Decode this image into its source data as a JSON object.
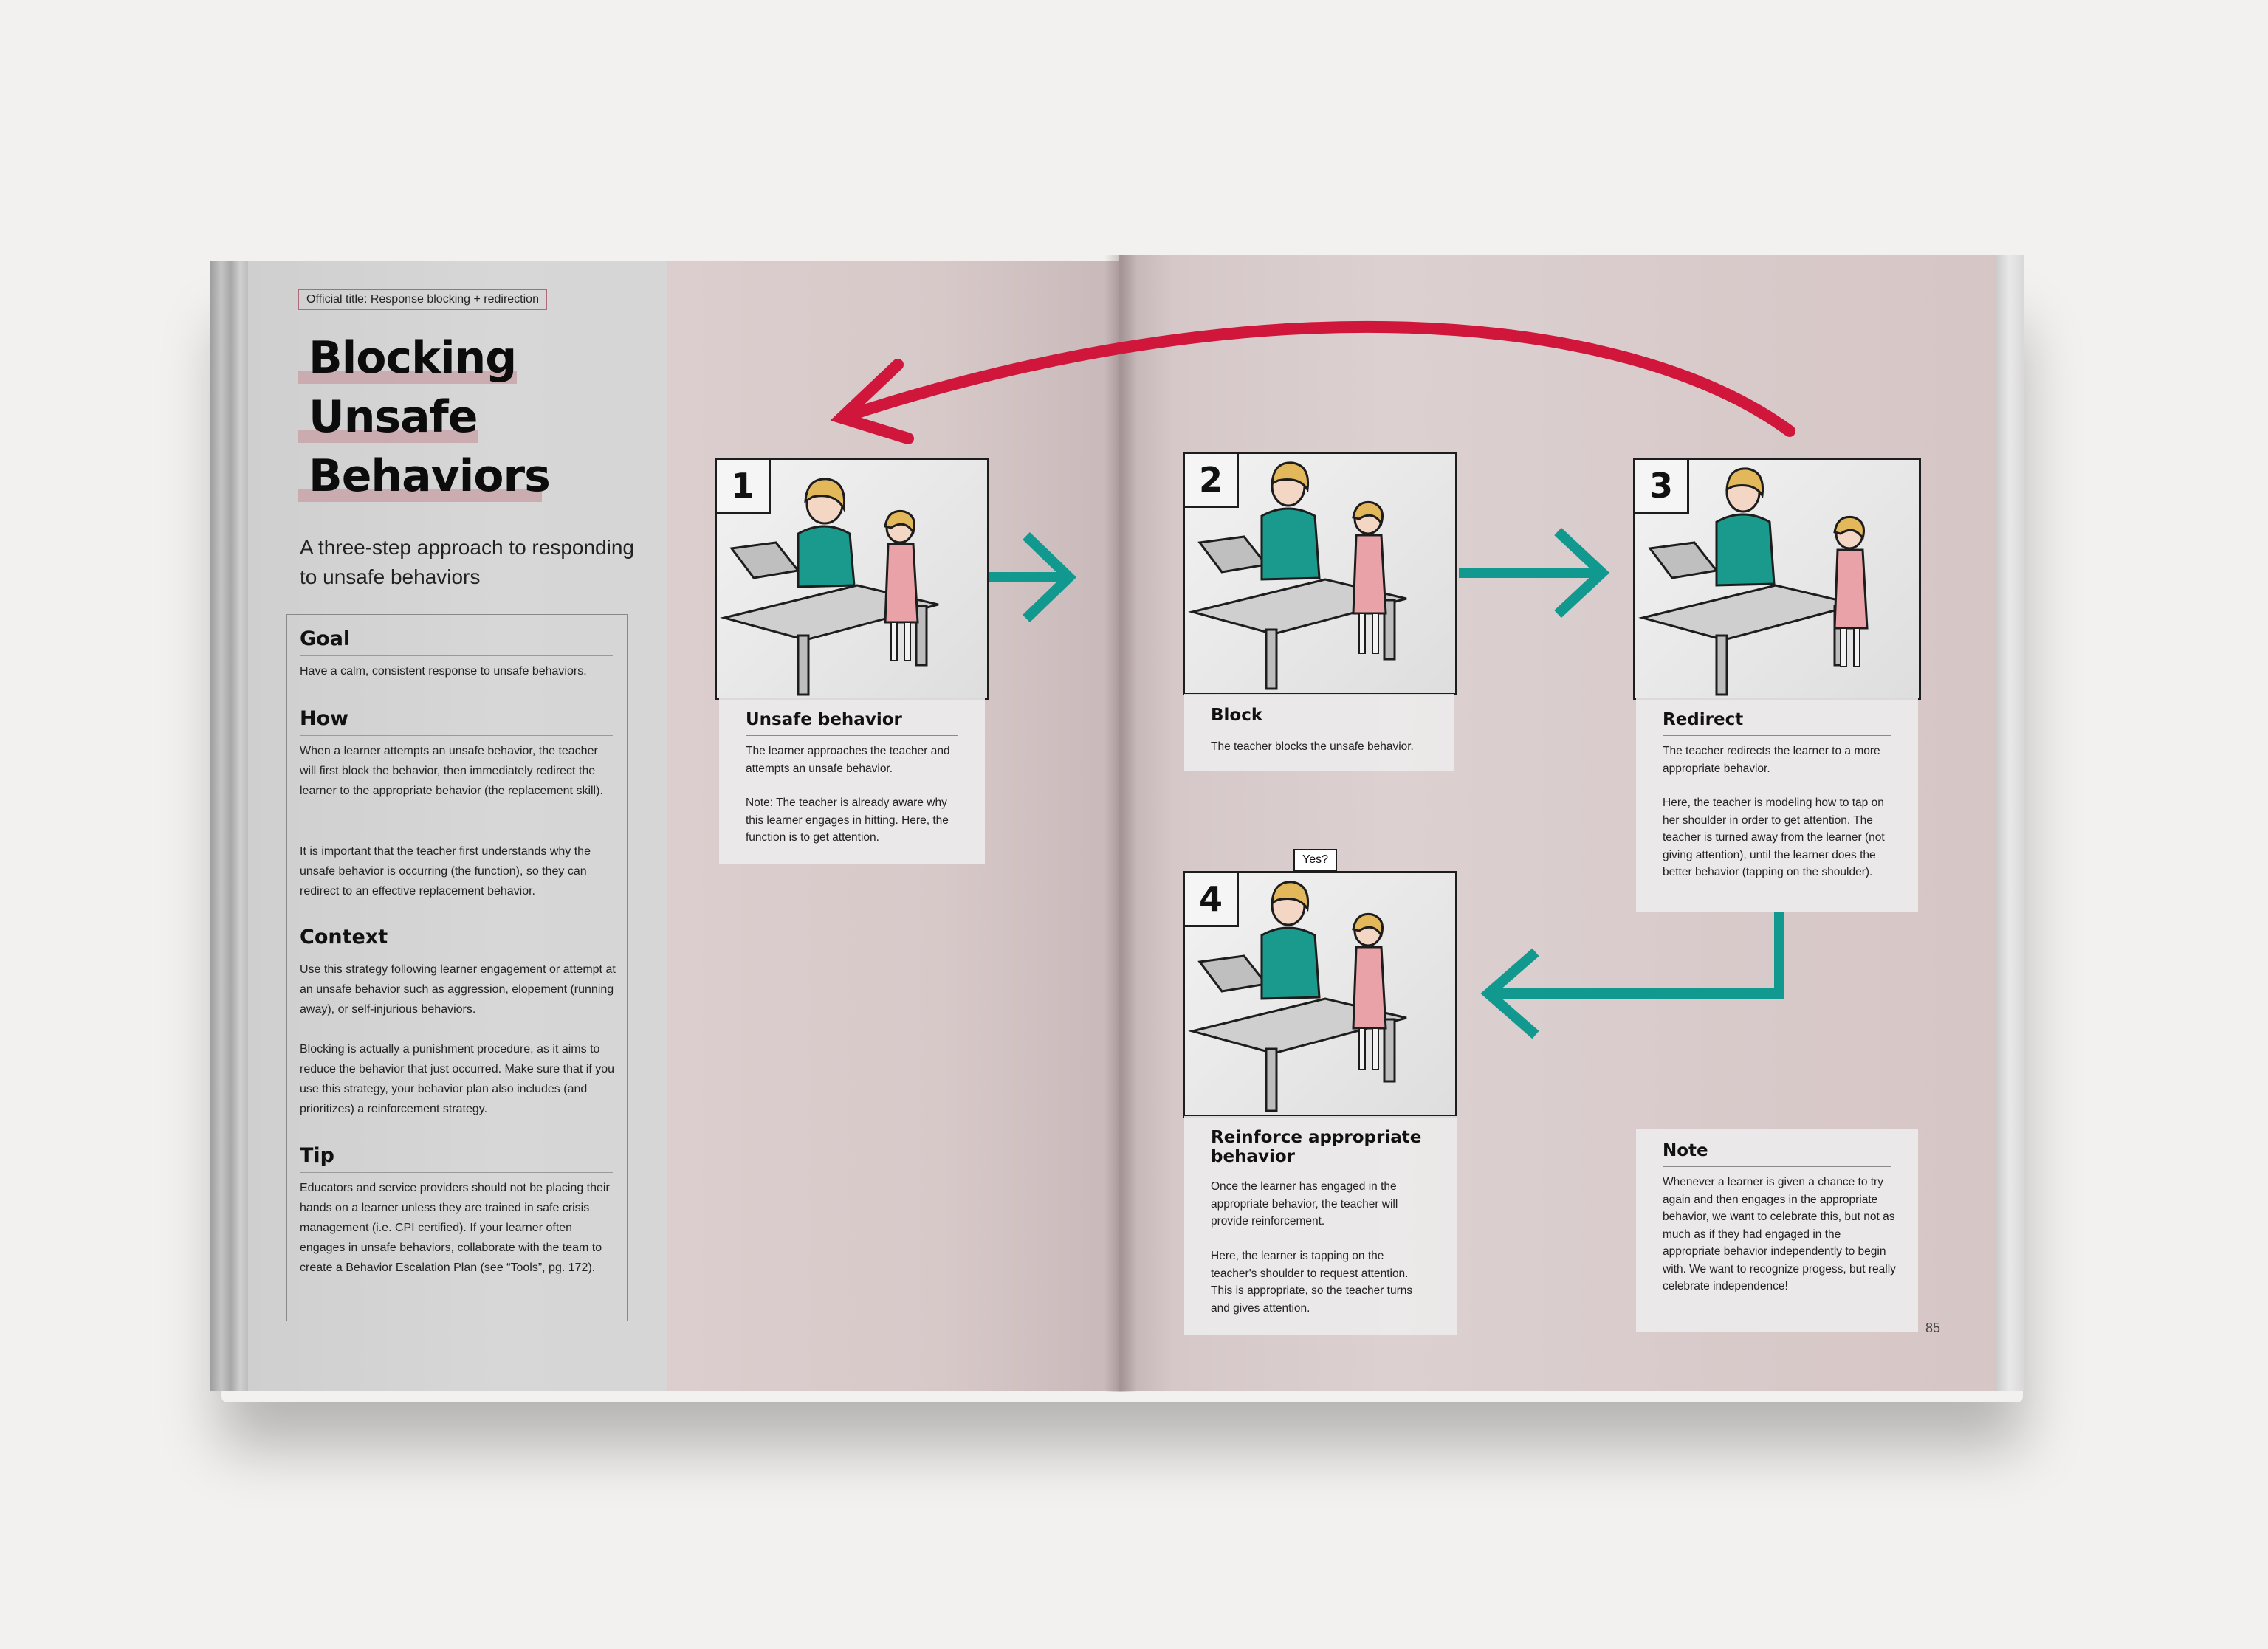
{
  "left_page": {
    "official_title": "Official title: Response blocking + redirection",
    "title_lines": [
      "Blocking",
      "Unsafe",
      "Behaviors"
    ],
    "subtitle": "A three-step approach to responding to unsafe behaviors",
    "sections": {
      "goal": {
        "heading": "Goal",
        "paragraphs": [
          "Have a calm, consistent response to unsafe behaviors."
        ]
      },
      "how": {
        "heading": "How",
        "paragraphs": [
          "When a learner attempts an unsafe behavior, the teacher will first block the behavior, then immediately redirect the learner to the appropriate behavior (the replacement skill).",
          "It is important that the teacher first understands why the unsafe behavior is occurring (the function), so they can redirect to an effective replacement behavior."
        ]
      },
      "context": {
        "heading": "Context",
        "paragraphs": [
          "Use this strategy following learner engagement or attempt at an unsafe behavior such as aggression, elopement (running away), or self-injurious behaviors.",
          "Blocking is actually a punishment procedure, as it aims to reduce the behavior that just occurred. Make sure that if you use this strategy, your behavior plan also includes (and prioritizes) a reinforcement strategy."
        ]
      },
      "tip": {
        "heading": "Tip",
        "paragraphs": [
          "Educators and service providers should not be placing their hands on a learner unless they are trained in safe crisis management (i.e. CPI certified). If your learner often engages in unsafe behaviors, collaborate with the team to create a Behavior Escalation Plan (see “Tools”, pg. 172)."
        ]
      }
    }
  },
  "steps": [
    {
      "number": "1",
      "title": "Unsafe behavior",
      "paragraphs": [
        "The learner approaches the teacher and attempts an unsafe behavior.",
        "Note: The teacher is already aware why this learner engages in hitting. Here, the function is to get attention."
      ]
    },
    {
      "number": "2",
      "title": "Block",
      "paragraphs": [
        "The teacher blocks the unsafe behavior."
      ]
    },
    {
      "number": "3",
      "title": "Redirect",
      "paragraphs": [
        "The teacher redirects the learner to a more appropriate behavior.",
        "Here, the teacher is modeling how to tap on her shoulder in order to get attention. The teacher is turned away from the learner (not giving attention), until the learner does the better behavior (tapping on the shoulder)."
      ]
    },
    {
      "number": "4",
      "title": "Reinforce appropriate behavior",
      "speech_bubble": "Yes?",
      "paragraphs": [
        "Once the learner has engaged in the appropriate behavior, the teacher will provide reinforcement.",
        "Here, the learner is tapping on the teacher's shoulder to request attention. This is appropriate, so the teacher turns and gives attention."
      ]
    }
  ],
  "note": {
    "heading": "Note",
    "text": "Whenever a learner is given a chance to try again and then engages in the appropriate behavior, we want to celebrate this, but not as much as if they had engaged in the appropriate behavior independently to begin with. We want to recognize progess, but really celebrate independence!"
  },
  "page_number": "85",
  "colors": {
    "teal_arrow": "#12998f",
    "red_arrow": "#d1163b",
    "teacher_shirt": "#1a9a8c",
    "hair": "#e2b85a",
    "learner_dress": "#e9a3a8"
  }
}
